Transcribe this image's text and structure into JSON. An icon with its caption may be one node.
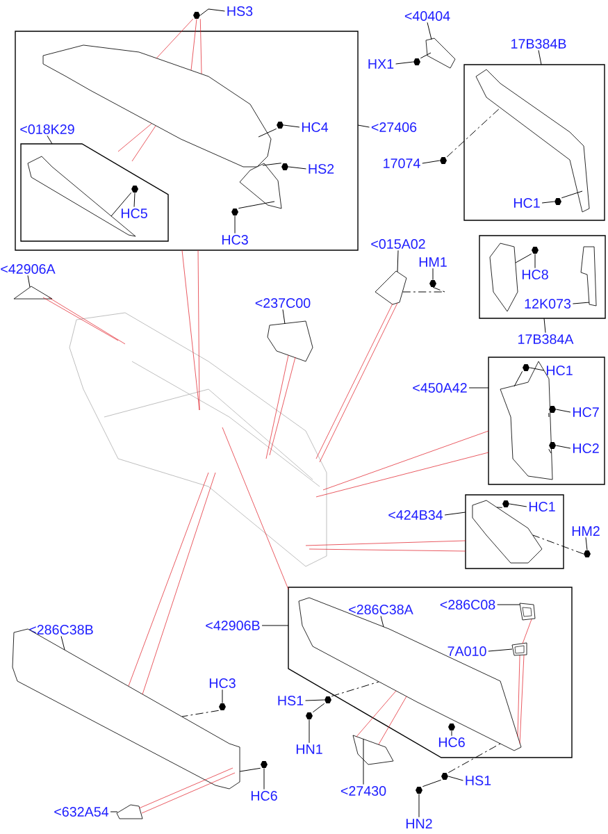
{
  "diagram": {
    "nodes": [
      {
        "text": [
          "HS3"
        ]
      },
      {
        "text": [],
        "shape": "picture"
      },
      {
        "text": [],
        "shape": "box"
      },
      {
        "text": [],
        "shape": "picture",
        "in": 2
      },
      {
        "text": [],
        "shape": "picture",
        "in": 2
      },
      {
        "text": [
          "<018K29"
        ],
        "in": 2
      },
      {
        "text": [],
        "shape": "box",
        "in": 2
      },
      {
        "text": [],
        "shape": "picture",
        "in": 6
      },
      {
        "text": [
          "HC5"
        ],
        "in": 6
      },
      {
        "text": [],
        "shape": "picture",
        "in": 6
      },
      {
        "text": [
          "HC4"
        ],
        "in": 2
      },
      {
        "text": [],
        "shape": "picture",
        "in": 2
      },
      {
        "text": [
          "HS2"
        ],
        "in": 2
      },
      {
        "text": [],
        "shape": "picture",
        "in": 2
      },
      {
        "text": [
          "HC3"
        ],
        "in": 2
      },
      {
        "text": [],
        "shape": "picture",
        "in": 2
      },
      {
        "text": [
          "<27406"
        ]
      },
      {
        "text": [
          "<40404"
        ]
      },
      {
        "text": [],
        "shape": "picture"
      },
      {
        "text": [
          "HX1"
        ]
      },
      {
        "text": [],
        "shape": "picture"
      },
      {
        "text": [
          "17B384B"
        ]
      },
      {
        "text": [],
        "shape": "box"
      },
      {
        "text": [],
        "shape": "picture",
        "in": 22
      },
      {
        "text": [
          "17074"
        ]
      },
      {
        "text": [],
        "shape": "picture"
      },
      {
        "text": [
          "HC1"
        ],
        "in": 22
      },
      {
        "text": [],
        "shape": "picture",
        "in": 22
      },
      {
        "text": [
          "<015A02"
        ]
      },
      {
        "text": [],
        "shape": "picture"
      },
      {
        "text": [
          "HM1"
        ]
      },
      {
        "text": [],
        "shape": "picture"
      },
      {
        "text": [],
        "shape": "box"
      },
      {
        "text": [],
        "shape": "picture",
        "in": 32
      },
      {
        "text": [],
        "shape": "picture",
        "in": 32
      },
      {
        "text": [
          "HC8"
        ],
        "in": 32
      },
      {
        "text": [],
        "shape": "picture",
        "in": 32
      },
      {
        "text": [
          "12K073"
        ],
        "in": 32
      },
      {
        "text": [
          "17B384A"
        ]
      },
      {
        "text": [
          "<42906A"
        ]
      },
      {
        "text": [],
        "shape": "picture"
      },
      {
        "text": [
          "<237C00"
        ]
      },
      {
        "text": [],
        "shape": "picture"
      },
      {
        "text": [],
        "shape": "picture"
      },
      {
        "text": [
          "<450A42"
        ]
      },
      {
        "text": [],
        "shape": "box"
      },
      {
        "text": [],
        "shape": "picture",
        "in": 45
      },
      {
        "text": [
          "HC1"
        ],
        "in": 45
      },
      {
        "text": [],
        "shape": "picture",
        "in": 45
      },
      {
        "text": [],
        "shape": "picture",
        "in": 45
      },
      {
        "text": [
          "HC7"
        ],
        "in": 45
      },
      {
        "text": [],
        "shape": "picture",
        "in": 45
      },
      {
        "text": [
          "HC2"
        ],
        "in": 45
      },
      {
        "text": [
          "<424B34"
        ]
      },
      {
        "text": [],
        "shape": "box"
      },
      {
        "text": [],
        "shape": "picture",
        "in": 54
      },
      {
        "text": [
          "HC1"
        ],
        "in": 54
      },
      {
        "text": [],
        "shape": "picture",
        "in": 54
      },
      {
        "text": [
          "HM2"
        ]
      },
      {
        "text": [],
        "shape": "picture"
      },
      {
        "text": [],
        "shape": "box"
      },
      {
        "text": [
          "<42906B"
        ]
      },
      {
        "text": [
          "<286C38A"
        ],
        "in": 60
      },
      {
        "text": [],
        "shape": "picture",
        "in": 60
      },
      {
        "text": [
          "<286C08"
        ],
        "in": 60
      },
      {
        "text": [],
        "shape": "picture",
        "in": 60
      },
      {
        "text": [
          "7A010"
        ],
        "in": 60
      },
      {
        "text": [],
        "shape": "picture",
        "in": 60
      },
      {
        "text": [
          "HS1"
        ]
      },
      {
        "text": [],
        "shape": "picture"
      },
      {
        "text": [],
        "shape": "picture"
      },
      {
        "text": [
          "HN1"
        ]
      },
      {
        "text": [],
        "shape": "picture",
        "in": 60
      },
      {
        "text": [
          "HC6"
        ],
        "in": 60
      },
      {
        "text": [],
        "shape": "picture"
      },
      {
        "text": [
          "<27430"
        ]
      },
      {
        "text": [],
        "shape": "picture"
      },
      {
        "text": [
          "HS1"
        ]
      },
      {
        "text": [],
        "shape": "picture"
      },
      {
        "text": [
          "HN2"
        ]
      },
      {
        "text": [
          "<286C38B"
        ]
      },
      {
        "text": [],
        "shape": "picture"
      },
      {
        "text": [
          "HC3"
        ]
      },
      {
        "text": [],
        "shape": "picture"
      },
      {
        "text": [],
        "shape": "picture"
      },
      {
        "text": [
          "HC6"
        ]
      },
      {
        "text": [],
        "shape": "picture"
      },
      {
        "text": [
          "<632A54"
        ]
      }
    ],
    "edges": [
      {
        "from": 0,
        "to": 1,
        "arrow": "none"
      },
      {
        "from": 5,
        "to": 6,
        "arrow": "none"
      },
      {
        "from": 8,
        "to": 9,
        "arrow": "none"
      },
      {
        "from": 9,
        "to": 7,
        "arrow": "none"
      },
      {
        "from": 10,
        "to": 11,
        "arrow": "none"
      },
      {
        "from": 11,
        "to": 3,
        "arrow": "none"
      },
      {
        "from": 12,
        "to": 13,
        "arrow": "none"
      },
      {
        "from": 13,
        "to": 4,
        "arrow": "none"
      },
      {
        "from": 14,
        "to": 15,
        "arrow": "none"
      },
      {
        "from": 15,
        "to": 4,
        "arrow": "none"
      },
      {
        "from": 16,
        "to": 2,
        "arrow": "none"
      },
      {
        "from": 17,
        "to": 18,
        "arrow": "none"
      },
      {
        "from": 19,
        "to": 20,
        "arrow": "none"
      },
      {
        "from": 20,
        "to": 18,
        "arrow": "none"
      },
      {
        "from": 21,
        "to": 22,
        "arrow": "none"
      },
      {
        "from": 24,
        "to": 25,
        "arrow": "none"
      },
      {
        "from": 25,
        "to": 23,
        "arrow": "none",
        "style": "dashed"
      },
      {
        "from": 26,
        "to": 27,
        "arrow": "none"
      },
      {
        "from": 27,
        "to": 23,
        "arrow": "none"
      },
      {
        "from": 28,
        "to": 29,
        "arrow": "none"
      },
      {
        "from": 30,
        "to": 31,
        "arrow": "none"
      },
      {
        "from": 31,
        "to": 29,
        "arrow": "none",
        "style": "dashed"
      },
      {
        "from": 35,
        "to": 34,
        "arrow": "none"
      },
      {
        "from": 34,
        "to": 33,
        "arrow": "none"
      },
      {
        "from": 37,
        "to": 36,
        "arrow": "none"
      },
      {
        "from": 38,
        "to": 32,
        "arrow": "none"
      },
      {
        "from": 39,
        "to": 40,
        "arrow": "none"
      },
      {
        "from": 41,
        "to": 42,
        "arrow": "none"
      },
      {
        "from": 44,
        "to": 45,
        "arrow": "none"
      },
      {
        "from": 47,
        "to": 46,
        "arrow": "none"
      },
      {
        "from": 46,
        "to": 48,
        "arrow": "none"
      },
      {
        "from": 50,
        "to": 49,
        "arrow": "none"
      },
      {
        "from": 49,
        "to": 48,
        "arrow": "none"
      },
      {
        "from": 52,
        "to": 51,
        "arrow": "none"
      },
      {
        "from": 51,
        "to": 48,
        "arrow": "none"
      },
      {
        "from": 53,
        "to": 54,
        "arrow": "none"
      },
      {
        "from": 56,
        "to": 55,
        "arrow": "none"
      },
      {
        "from": 55,
        "to": 57,
        "arrow": "none"
      },
      {
        "from": 58,
        "to": 59,
        "arrow": "none"
      },
      {
        "from": 59,
        "to": 57,
        "arrow": "none",
        "style": "dashed"
      },
      {
        "from": 61,
        "to": 60,
        "arrow": "none"
      },
      {
        "from": 62,
        "to": 63,
        "arrow": "none"
      },
      {
        "from": 64,
        "to": 65,
        "arrow": "none"
      },
      {
        "from": 66,
        "to": 67,
        "arrow": "none"
      },
      {
        "from": 68,
        "to": 69,
        "arrow": "none"
      },
      {
        "from": 69,
        "to": 63,
        "arrow": "none",
        "style": "dashed"
      },
      {
        "from": 71,
        "to": 70,
        "arrow": "none"
      },
      {
        "from": 70,
        "to": 69,
        "arrow": "none"
      },
      {
        "from": 73,
        "to": 72,
        "arrow": "none"
      },
      {
        "from": 75,
        "to": 74,
        "arrow": "none"
      },
      {
        "from": 77,
        "to": 76,
        "arrow": "none"
      },
      {
        "from": 76,
        "to": 63,
        "arrow": "none",
        "style": "dashed"
      },
      {
        "from": 79,
        "to": 78,
        "arrow": "none"
      },
      {
        "from": 78,
        "to": 76,
        "arrow": "none"
      },
      {
        "from": 80,
        "to": 81,
        "arrow": "none"
      },
      {
        "from": 82,
        "to": 83,
        "arrow": "none"
      },
      {
        "from": 83,
        "to": 81,
        "arrow": "none",
        "style": "dashed"
      },
      {
        "from": 85,
        "to": 84,
        "arrow": "none"
      },
      {
        "from": 84,
        "to": 81,
        "arrow": "none"
      },
      {
        "from": 87,
        "to": 86,
        "arrow": "none"
      },
      {
        "from": 1,
        "to": 3,
        "arrow": "none",
        "color": "#e0141e"
      },
      {
        "from": 1,
        "to": 3,
        "arrow": "none",
        "color": "#e0141e"
      },
      {
        "from": 1,
        "to": 3,
        "arrow": "none",
        "color": "#e0141e"
      },
      {
        "from": 3,
        "to": null,
        "arrow": "none",
        "color": "#e0141e"
      },
      {
        "from": 3,
        "to": null,
        "arrow": "none",
        "color": "#e0141e"
      },
      {
        "from": 2,
        "to": 43,
        "arrow": "none",
        "color": "#e0141e"
      },
      {
        "from": 2,
        "to": 43,
        "arrow": "none",
        "color": "#e0141e"
      },
      {
        "from": 40,
        "to": 43,
        "arrow": "none",
        "color": "#e0141e"
      },
      {
        "from": 40,
        "to": 43,
        "arrow": "none",
        "color": "#e0141e"
      },
      {
        "from": 42,
        "to": 43,
        "arrow": "none",
        "color": "#e0141e"
      },
      {
        "from": 42,
        "to": 43,
        "arrow": "none",
        "color": "#e0141e"
      },
      {
        "from": 29,
        "to": 43,
        "arrow": "none",
        "color": "#e0141e"
      },
      {
        "from": 29,
        "to": 43,
        "arrow": "none",
        "color": "#e0141e"
      },
      {
        "from": 45,
        "to": 43,
        "arrow": "none",
        "color": "#e0141e"
      },
      {
        "from": 45,
        "to": 43,
        "arrow": "none",
        "color": "#e0141e"
      },
      {
        "from": 54,
        "to": 43,
        "arrow": "none",
        "color": "#e0141e"
      },
      {
        "from": 54,
        "to": 43,
        "arrow": "none",
        "color": "#e0141e"
      },
      {
        "from": 43,
        "to": 60,
        "arrow": "none",
        "color": "#e0141e"
      },
      {
        "from": 43,
        "to": 81,
        "arrow": "none",
        "color": "#e0141e"
      },
      {
        "from": 43,
        "to": 81,
        "arrow": "none",
        "color": "#e0141e"
      },
      {
        "from": 63,
        "to": 74,
        "arrow": "none",
        "color": "#e0141e"
      },
      {
        "from": 63,
        "to": 74,
        "arrow": "none",
        "color": "#e0141e"
      },
      {
        "from": 67,
        "to": 63,
        "arrow": "none",
        "color": "#e0141e"
      },
      {
        "from": 67,
        "to": 63,
        "arrow": "none",
        "color": "#e0141e"
      },
      {
        "from": 65,
        "to": 67,
        "arrow": "none",
        "color": "#e0141e"
      },
      {
        "from": 81,
        "to": 86,
        "arrow": "none",
        "color": "#e0141e"
      },
      {
        "from": 81,
        "to": 86,
        "arrow": "none",
        "color": "#e0141e"
      }
    ]
  }
}
